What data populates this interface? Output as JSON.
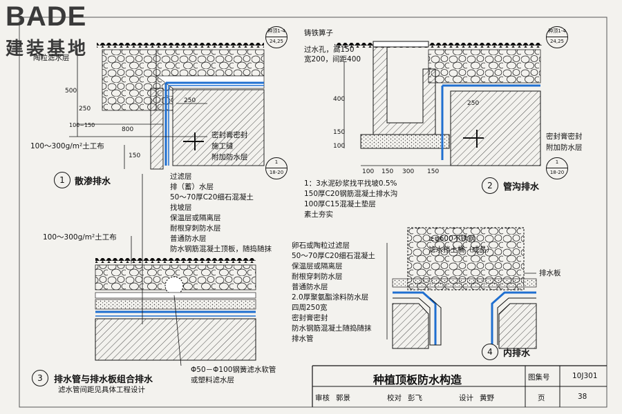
{
  "logo": {
    "brand": "BADE",
    "subtitle": "建装基地"
  },
  "detail1": {
    "number": "1",
    "title": "散渗排水",
    "ref_top": [
      "种顶1-4",
      "24,25"
    ],
    "ref_bottom": [
      "1",
      "18-20"
    ],
    "labels": [
      "陶粒滤水层",
      "密封膏密封",
      "施工缝",
      "附加防水层",
      "100～300g/m²土工布"
    ],
    "dims": [
      "500",
      "250",
      "100~150",
      "150",
      "250",
      "800"
    ]
  },
  "detail2": {
    "number": "2",
    "title": "管沟排水",
    "ref_top": [
      "种顶1-4",
      "24,25"
    ],
    "ref_bottom": [
      "1",
      "18-20"
    ],
    "labels": [
      "铸铁箅子",
      "过水孔，高150",
      "宽200，间距400",
      "密封膏密封",
      "附加防水层"
    ],
    "notes": [
      "1：3水泥砂浆找平找坡0.5%",
      "150厚C20钢筋混凝土排水沟",
      "100厚C15混凝土垫层",
      "素土夯实"
    ],
    "dims": [
      "400",
      "150",
      "100",
      "250",
      "100",
      "150",
      "300",
      "150"
    ]
  },
  "detail3": {
    "number": "3",
    "title": "排水管与排水板组合排水",
    "subtitle": "滤水管间距见具体工程设计",
    "layers": [
      "过滤层",
      "排（蓄）水层",
      "50～70厚C20细石混凝土",
      "找坡层",
      "保温层或隔离层",
      "耐根穿刺防水层",
      "普通防水层",
      "防水钢筋混凝土顶板，随捣随抹"
    ],
    "fabric": "100～300g/m²土工布",
    "pipe": [
      "Φ50－Φ100钢簧滤水软管",
      "或塑料滤水层"
    ]
  },
  "detail4": {
    "number": "4",
    "title": "内排水",
    "bucket": [
      "≥φ600不锈钢",
      "滤水挡土桶（成品）"
    ],
    "layers": [
      "卵石或陶粒过滤层",
      "50～70厚C20细石混凝土",
      "保温层或隔离层",
      "耐根穿刺防水层",
      "普通防水层",
      "2.0厚聚氨酯涂料防水层",
      "四周250宽",
      "密封膏密封",
      "防水钢筋混凝土随捣随抹",
      "排水管"
    ],
    "side": "排水板"
  },
  "titleblock": {
    "title": "种植顶板防水构造",
    "atlas_label": "图集号",
    "atlas_no": "10J301",
    "review_label": "审核",
    "reviewer": "郭景",
    "check_label": "校对",
    "checker": "彭飞",
    "design_label": "设计",
    "designer": "黄野",
    "page_label": "页",
    "page_no": "38"
  }
}
